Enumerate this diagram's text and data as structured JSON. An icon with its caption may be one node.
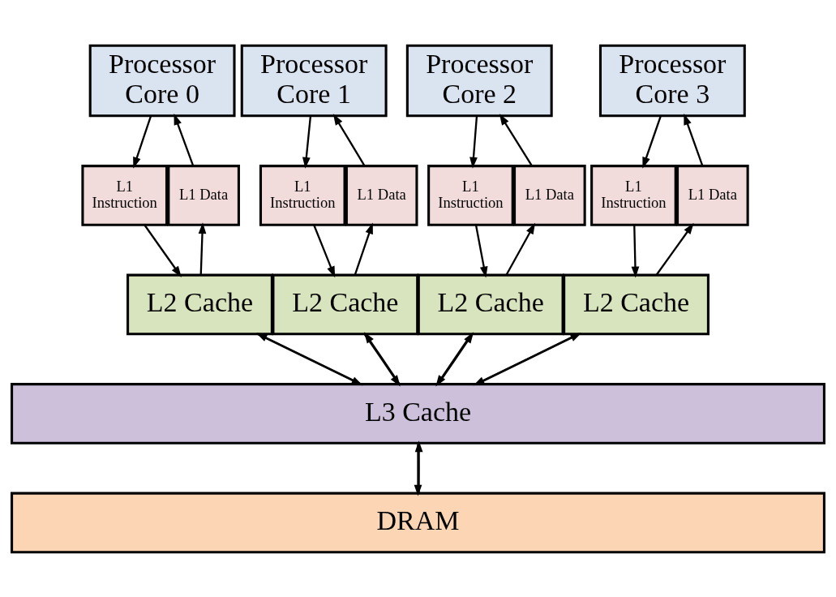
{
  "diagram": {
    "nodes": [
      {
        "text": [
          "Processor Core 0"
        ]
      },
      {
        "text": [
          "Processor Core 1"
        ]
      },
      {
        "text": [
          "Processor Core 2"
        ]
      },
      {
        "text": [
          "Processor Core 3"
        ]
      },
      {
        "text": [
          "L1 Instruction"
        ]
      },
      {
        "text": [
          "L1 Data"
        ]
      },
      {
        "text": [
          "L1 Instruction"
        ]
      },
      {
        "text": [
          "L1 Data"
        ]
      },
      {
        "text": [
          "L1 Instruction"
        ]
      },
      {
        "text": [
          "L1 Data"
        ]
      },
      {
        "text": [
          "L1 Instruction"
        ]
      },
      {
        "text": [
          "L1 Data"
        ]
      },
      {
        "text": [
          "L2 Cache"
        ]
      },
      {
        "text": [
          "L2 Cache"
        ]
      },
      {
        "text": [
          "L2 Cache"
        ]
      },
      {
        "text": [
          "L2 Cache"
        ]
      },
      {
        "text": [
          "L3 Cache"
        ]
      },
      {
        "text": [
          "DRAM"
        ]
      }
    ],
    "edges": [
      {
        "from": 0,
        "to": 4,
        "arrow": "to"
      },
      {
        "from": 5,
        "to": 0,
        "arrow": "to"
      },
      {
        "from": 4,
        "to": 12,
        "arrow": "to"
      },
      {
        "from": 12,
        "to": 5,
        "arrow": "to"
      },
      {
        "from": 12,
        "to": 16,
        "arrow": "to"
      },
      {
        "from": 16,
        "to": 12,
        "arrow": "to"
      },
      {
        "from": 1,
        "to": 6,
        "arrow": "to"
      },
      {
        "from": 7,
        "to": 1,
        "arrow": "to"
      },
      {
        "from": 6,
        "to": 13,
        "arrow": "to"
      },
      {
        "from": 13,
        "to": 7,
        "arrow": "to"
      },
      {
        "from": 13,
        "to": 16,
        "arrow": "to"
      },
      {
        "from": 16,
        "to": 13,
        "arrow": "to"
      },
      {
        "from": 2,
        "to": 8,
        "arrow": "to"
      },
      {
        "from": 9,
        "to": 2,
        "arrow": "to"
      },
      {
        "from": 8,
        "to": 14,
        "arrow": "to"
      },
      {
        "from": 14,
        "to": 9,
        "arrow": "to"
      },
      {
        "from": 14,
        "to": 16,
        "arrow": "to"
      },
      {
        "from": 16,
        "to": 14,
        "arrow": "to"
      },
      {
        "from": 3,
        "to": 10,
        "arrow": "to"
      },
      {
        "from": 11,
        "to": 3,
        "arrow": "to"
      },
      {
        "from": 10,
        "to": 15,
        "arrow": "to"
      },
      {
        "from": 15,
        "to": 11,
        "arrow": "to"
      },
      {
        "from": 15,
        "to": 16,
        "arrow": "to"
      },
      {
        "from": 16,
        "to": 15,
        "arrow": "to"
      },
      {
        "from": 16,
        "to": 17,
        "arrow": "to"
      },
      {
        "from": 17,
        "to": 16,
        "arrow": "to"
      }
    ]
  }
}
